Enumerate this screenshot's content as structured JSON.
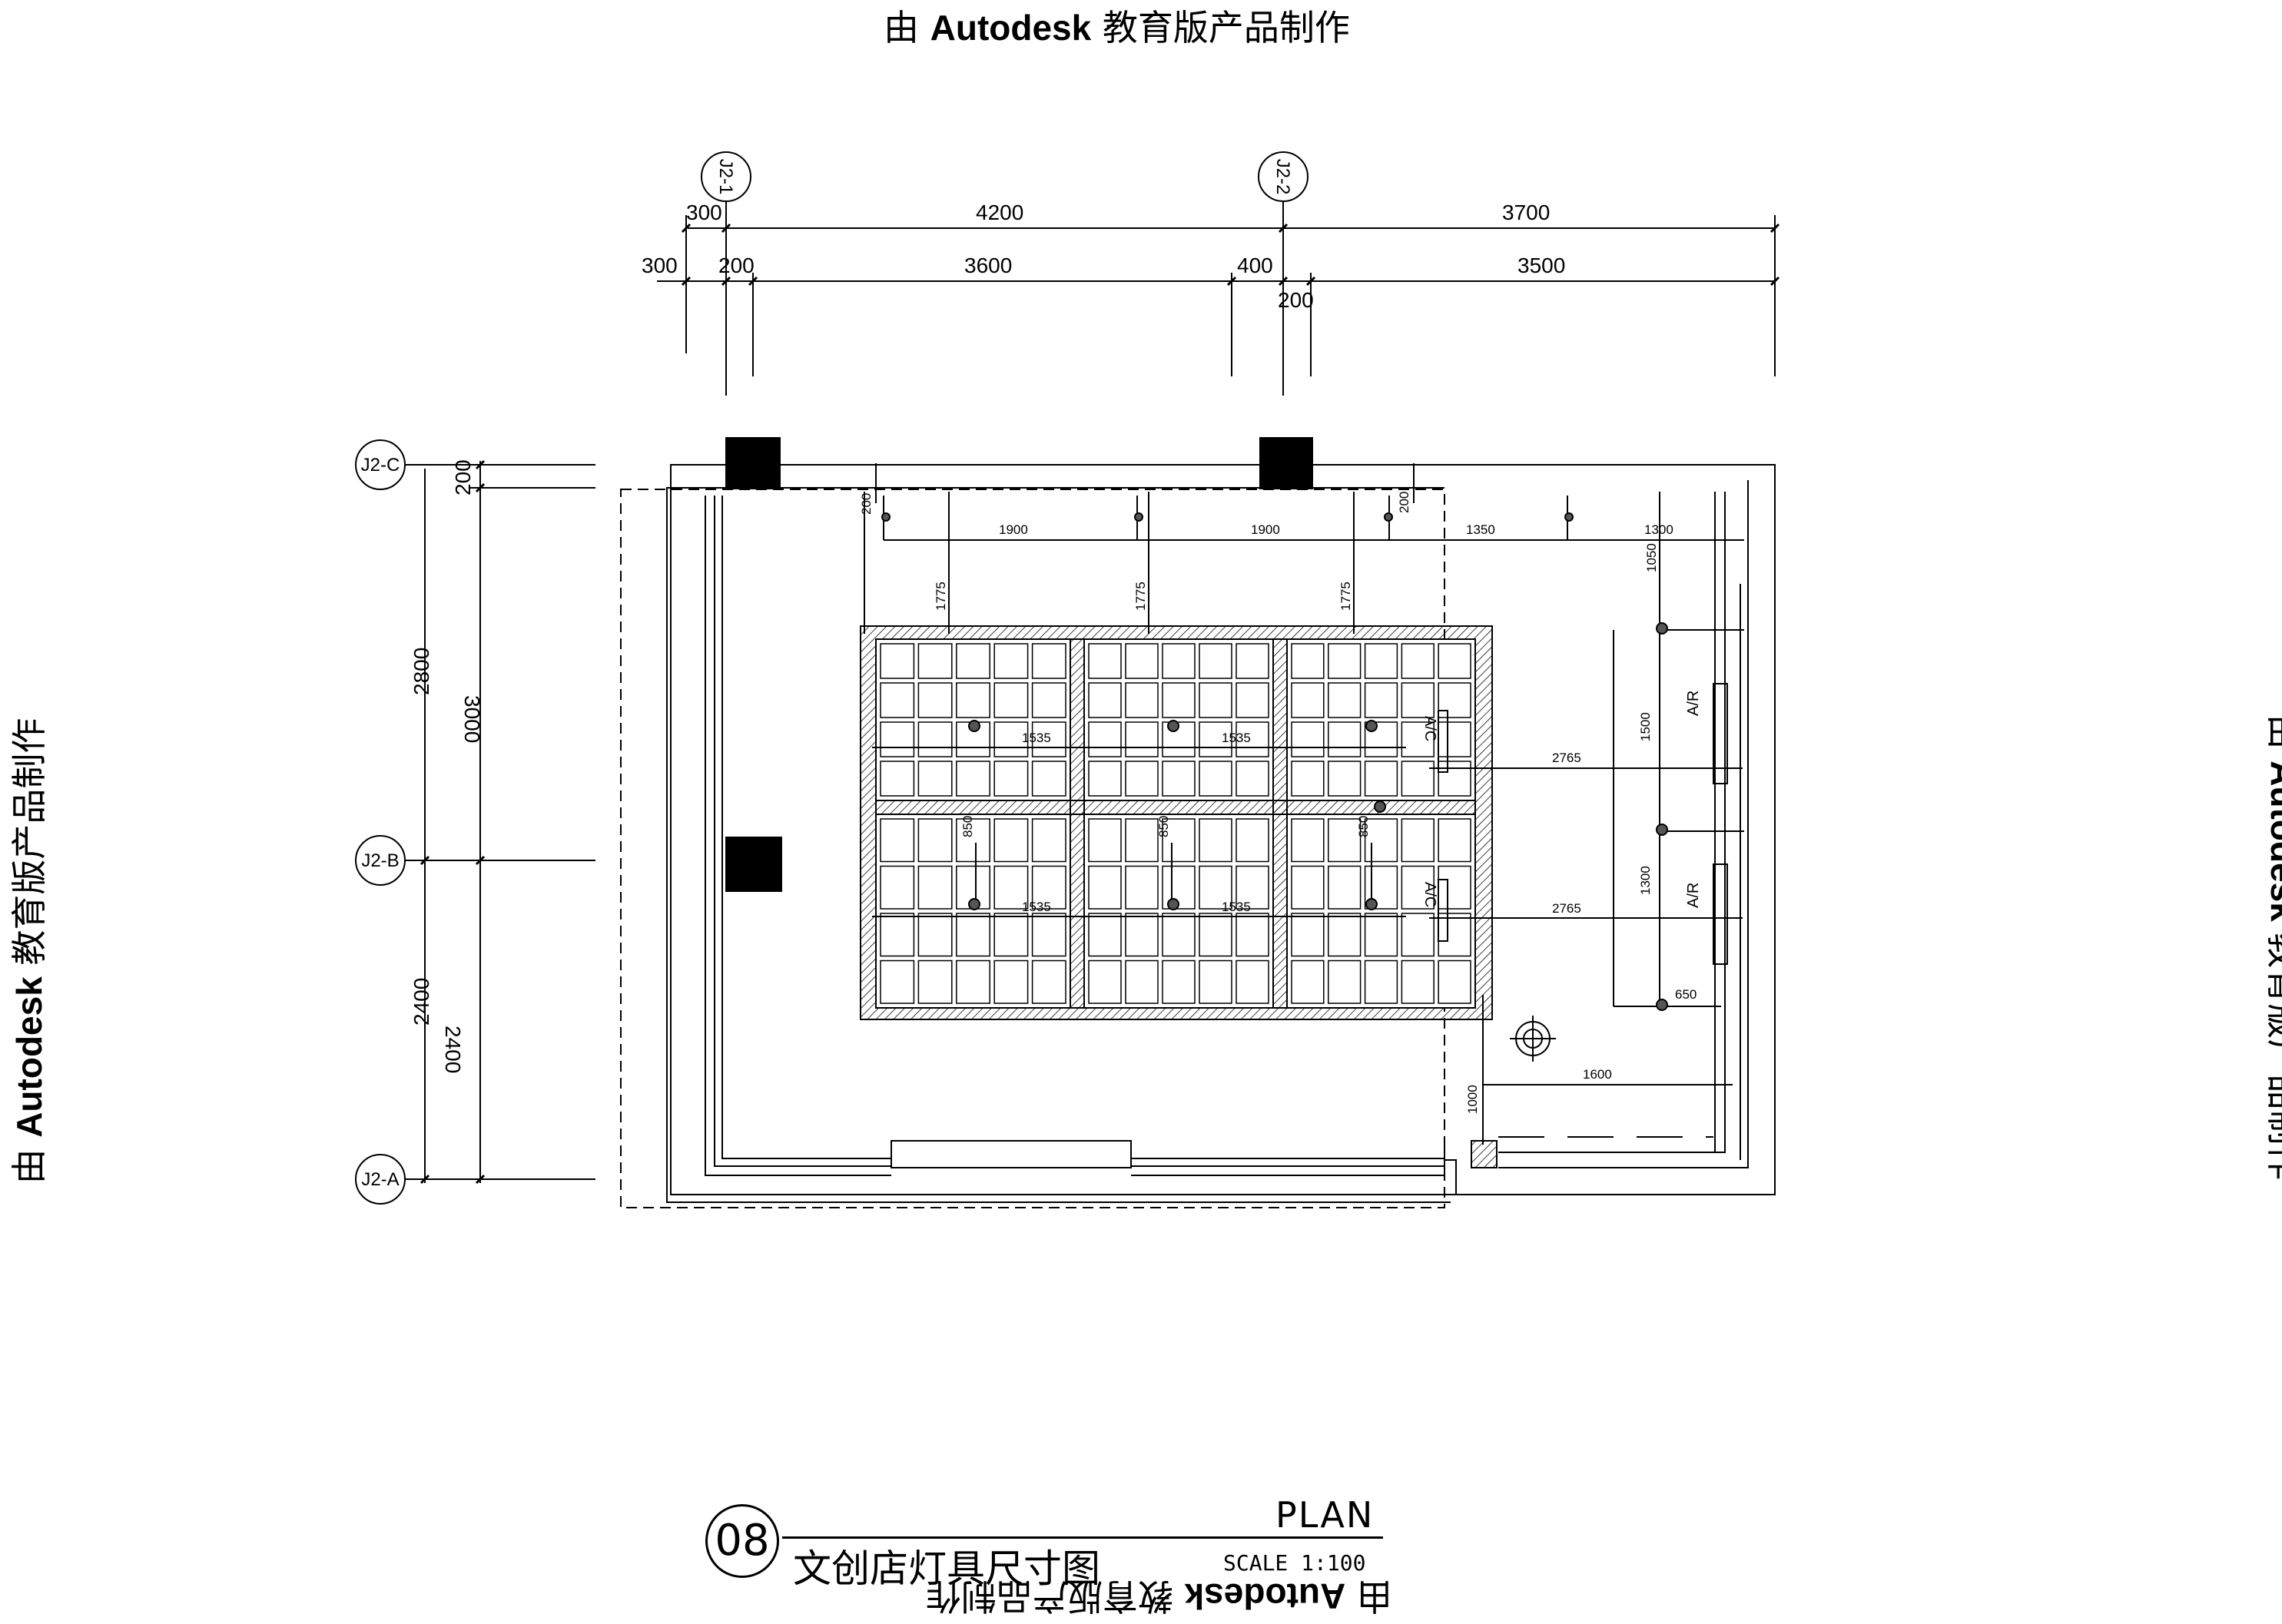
{
  "watermark": {
    "prefix": "由 ",
    "brand": "Autodesk",
    "suffix": " 教育版产品制作"
  },
  "grid_labels": {
    "col_1": "J2-1",
    "col_2": "J2-2",
    "row_c": "J2-C",
    "row_b": "J2-B",
    "row_a": "J2-A"
  },
  "dims_top_row1": [
    "300",
    "4200",
    "3700"
  ],
  "dims_top_row2": [
    "300",
    "200",
    "3600",
    "400",
    "3500"
  ],
  "dim_top_below": "200",
  "dims_left": {
    "d200": "200",
    "d3000": "3000",
    "d2800": "2800",
    "d2400a": "2400",
    "d2400b": "2400"
  },
  "dims_interior": {
    "top_200_left": "200",
    "top_200_right": "200",
    "d1900_1": "1900",
    "d1900_2": "1900",
    "d1350": "1350",
    "d1300_top": "1300",
    "d1775_1": "1775",
    "d1775_2": "1775",
    "d1775_3": "1775",
    "d1050": "1050",
    "d1500": "1500",
    "d1300_mid": "1300",
    "d2765_1": "2765",
    "d2765_2": "2765",
    "d650": "650",
    "d1600": "1600",
    "d1000": "1000",
    "d1535_1": "1535",
    "d1535_2": "1535",
    "d1535_3": "1535",
    "d1535_4": "1535",
    "d850_1": "850",
    "d850_2": "850",
    "d850_3": "850"
  },
  "ac_labels": {
    "ac_1": "A/C",
    "ac_2": "A/C",
    "ar_1": "A/R",
    "ar_2": "A/R"
  },
  "title_block": {
    "number": "08",
    "name": "文创店灯具尺寸图",
    "plan": "PLAN",
    "scale": "SCALE 1:100"
  }
}
